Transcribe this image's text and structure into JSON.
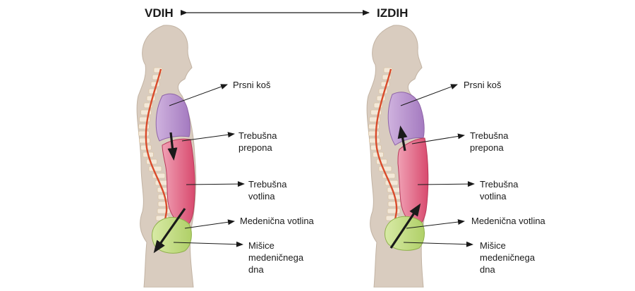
{
  "header": {
    "left_title": "VDIH",
    "right_title": "IZDIH"
  },
  "labels": {
    "chest": "Prsni koš",
    "diaphragm": [
      "Trebušna",
      "prepona"
    ],
    "abdomen": [
      "Trebušna",
      "votlina"
    ],
    "pelvis": "Medenična votlina",
    "pelvic_floor": [
      "Mišice",
      "medeničnega",
      "dna"
    ]
  },
  "colors": {
    "body": "#d9ccbf",
    "body_outline": "#c2b3a3",
    "spine_vertebra": "#f3e8d8",
    "spinal_cord": "#d94a2a",
    "chest_cavity": "#b38ac9",
    "abdominal_cavity": "#dd5578",
    "pelvic_cavity": "#bcd97a",
    "arrow": "#1a1a1a"
  },
  "icons": [
    "double-arrow-icon",
    "movement-arrow-icon"
  ]
}
